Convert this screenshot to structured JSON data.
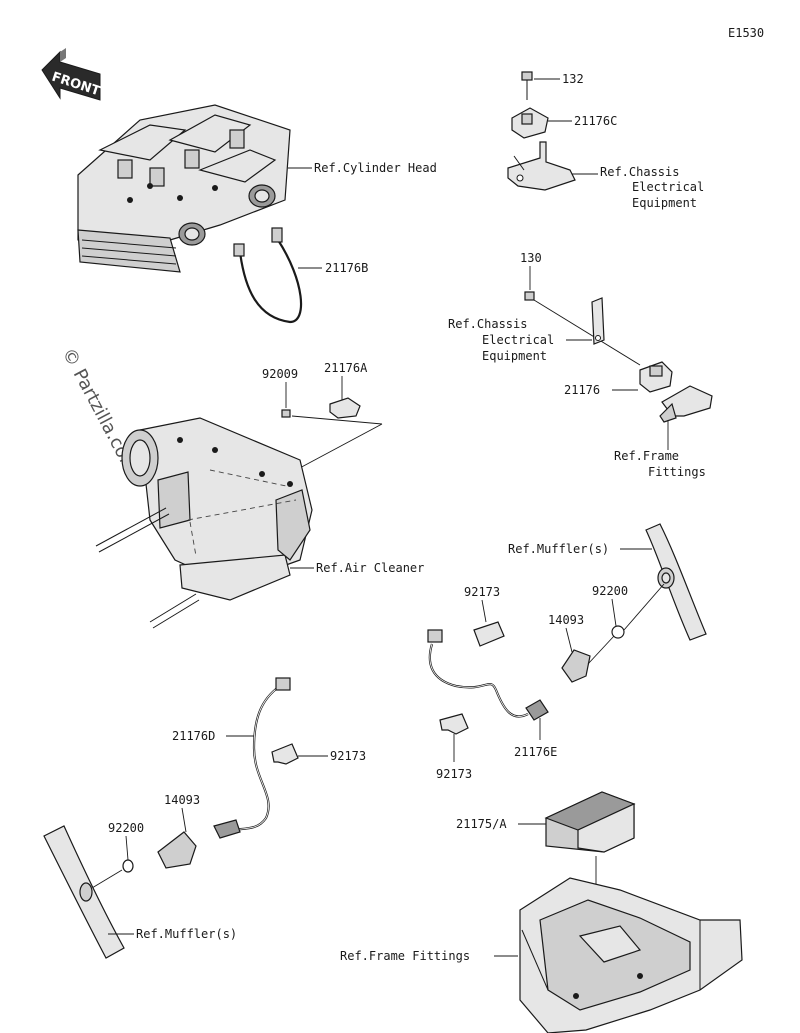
{
  "diagram_code": "E1530",
  "watermark": "© Partzilla.com",
  "front_arrow": "FRONT",
  "labels": {
    "p132": "132",
    "p21176C": "21176C",
    "ref_chassis_top": [
      "Ref.Chassis",
      "Electrical",
      "Equipment"
    ],
    "ref_cylinder_head": "Ref.Cylinder Head",
    "p21176B": "21176B",
    "p130": "130",
    "ref_chassis_mid": [
      "Ref.Chassis",
      "Electrical",
      "Equipment"
    ],
    "p21176": "21176",
    "ref_frame_fittings_top": [
      "Ref.Frame",
      "Fittings"
    ],
    "p92009": "92009",
    "p21176A": "21176A",
    "ref_air_cleaner": "Ref.Air Cleaner",
    "ref_muffler_right": "Ref.Muffler(s)",
    "p92173_top": "92173",
    "p92200_right": "92200",
    "p14093_right": "14093",
    "p92173_right_low": "92173",
    "p21176E": "21176E",
    "p21176D": "21176D",
    "p92173_left": "92173",
    "p14093_left": "14093",
    "p92200_left": "92200",
    "ref_muffler_left": "Ref.Muffler(s)",
    "p21175A": "21175/A",
    "ref_frame_fittings_bottom": "Ref.Frame Fittings"
  }
}
